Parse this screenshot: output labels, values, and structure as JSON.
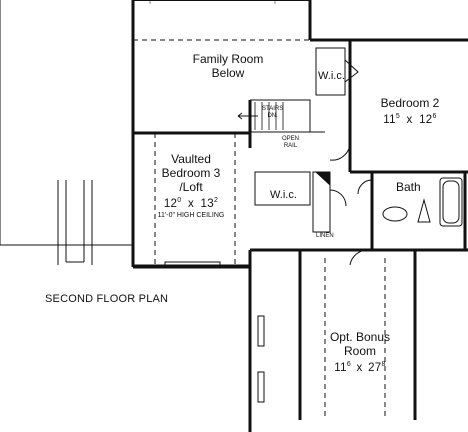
{
  "plan_title": "SECOND FLOOR PLAN",
  "rooms": {
    "family_room": {
      "line1": "Family Room",
      "line2": "Below"
    },
    "bedroom2": {
      "name": "Bedroom 2",
      "w": "11",
      "w_sup": "5",
      "x": "x",
      "l": "12",
      "l_sup": "6"
    },
    "bedroom3": {
      "line1": "Vaulted",
      "line2": "Bedroom 3",
      "line3": "/Loft",
      "w": "12",
      "w_sup": "0",
      "x": "x",
      "l": "13",
      "l_sup": "2",
      "ceiling": "11'-0\" HIGH CEILING"
    },
    "bath": {
      "name": "Bath"
    },
    "bonus": {
      "line1": "Opt. Bonus",
      "line2": "Room",
      "w": "11",
      "w_sup": "6",
      "x": "x",
      "l": "27",
      "l_sup": "8"
    }
  },
  "closets": {
    "wic_upper": "W.i.c.",
    "wic_lower": "W.i.c.",
    "linen": "LINEN"
  },
  "annotations": {
    "stairs_line1": "STAIRS",
    "stairs_line2": "DN.",
    "open_rail_line1": "OPEN",
    "open_rail_line2": "RAIL"
  },
  "colors": {
    "wall": "#111111",
    "background": "#ffffff"
  }
}
